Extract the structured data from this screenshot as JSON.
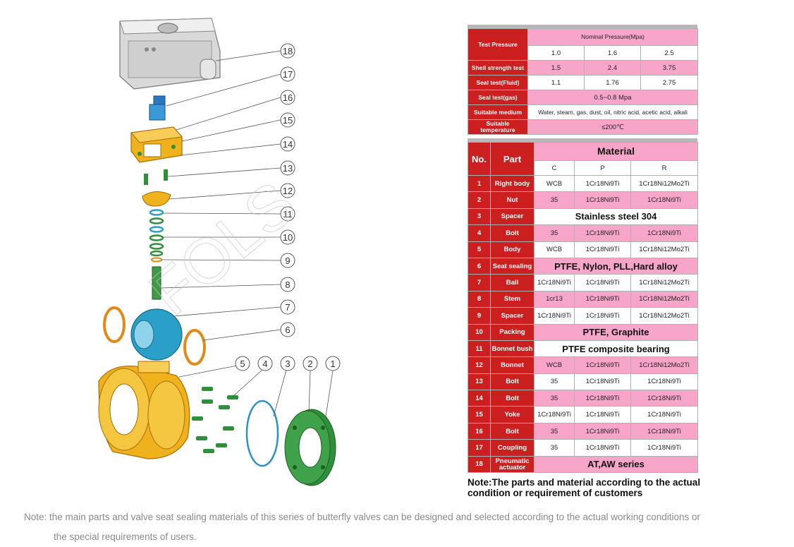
{
  "pressure_table": {
    "test_pressure_label": "Test Pressure",
    "nominal_label": "Nominal Pressure(Mpa)",
    "nominal_values": [
      "1.0",
      "1.6",
      "2.5"
    ],
    "rows": [
      {
        "label": "Shell strength test",
        "values": [
          "1.5",
          "2.4",
          "3.75"
        ]
      },
      {
        "label": "Seal test(Fluid)",
        "values": [
          "1.1",
          "1.76",
          "2.75"
        ]
      }
    ],
    "seal_gas": {
      "label": "Seal test(gas)",
      "value": "0.5~0.8 Mpa"
    },
    "medium": {
      "label": "Suitable medium",
      "value": "Water, steam, gas, dust, oil, nitric acid, acetic acid, alkali"
    },
    "temperature": {
      "label": "Suitable temperature",
      "value": "≤200℃"
    }
  },
  "material_table": {
    "no_label": "No.",
    "part_label": "Part",
    "material_label": "Material",
    "columns": [
      "C",
      "P",
      "R"
    ],
    "rows": [
      {
        "no": "1",
        "part": "Right body",
        "c": "WCB",
        "p": "1Cr18Ni9Ti",
        "r": "1Cr18Ni12Mo2Ti"
      },
      {
        "no": "2",
        "part": "Nut",
        "c": "35",
        "p": "1Cr18Ni9Ti",
        "r": "1Cr18Ni9Ti"
      },
      {
        "no": "3",
        "part": "Spacer",
        "merged": "Stainless steel 304"
      },
      {
        "no": "4",
        "part": "Bolt",
        "c": "35",
        "p": "1Cr18Ni9Ti",
        "r": "1Cr18Ni9Ti"
      },
      {
        "no": "5",
        "part": "Body",
        "c": "WCB",
        "p": "1Cr18Ni9Ti",
        "r": "1Cr18Ni12Mo2Ti"
      },
      {
        "no": "6",
        "part": "Seat sealing",
        "merged": "PTFE, Nylon, PLL,Hard alloy"
      },
      {
        "no": "7",
        "part": "Ball",
        "c": "1Cr18Ni9Ti",
        "p": "1Cr18Ni9Ti",
        "r": "1Cr18Ni12Mo2Ti"
      },
      {
        "no": "8",
        "part": "Stem",
        "c": "1cr13",
        "p": "1Cr18Ni9Ti",
        "r": "1Cr18Ni12Mo2Ti"
      },
      {
        "no": "9",
        "part": "Spacer",
        "c": "1Cr18Ni9Ti",
        "p": "1Cr18Ni9Ti",
        "r": "1Cr18Ni12Mo2Ti"
      },
      {
        "no": "10",
        "part": "Packing",
        "merged": "PTFE, Graphite"
      },
      {
        "no": "11",
        "part": "Bonnet bush",
        "merged": "PTFE composite bearing"
      },
      {
        "no": "12",
        "part": "Bonnet",
        "c": "WCB",
        "p": "1Cr18Ni9Ti",
        "r": "1Cr18Ni12Mo2Ti"
      },
      {
        "no": "13",
        "part": "Bolt",
        "c": "35",
        "p": "1Cr18Ni9Ti",
        "r": "1Cr18Ni9Ti"
      },
      {
        "no": "14",
        "part": "Bolt",
        "c": "35",
        "p": "1Cr18Ni9Ti",
        "r": "1Cr18Ni9Ti"
      },
      {
        "no": "15",
        "part": "Yoke",
        "c": "1Cr18Ni9Ti",
        "p": "1Cr18Ni9Ti",
        "r": "1Cr18Ni9Ti"
      },
      {
        "no": "16",
        "part": "Bolt",
        "c": "35",
        "p": "1Cr18Ni9Ti",
        "r": "1Cr18Ni9Ti"
      },
      {
        "no": "17",
        "part": "Coupling",
        "c": "35",
        "p": "1Cr18Ni9Ti",
        "r": "1Cr18Ni9Ti"
      },
      {
        "no": "18",
        "part": "Pneumatic actuator",
        "merged": "AT,AW series"
      }
    ]
  },
  "diagram": {
    "callouts": [
      "18",
      "17",
      "16",
      "15",
      "14",
      "13",
      "12",
      "11",
      "10",
      "9",
      "8",
      "7",
      "6",
      "5",
      "4",
      "3",
      "2",
      "1"
    ]
  },
  "note_right": "Note:The parts and material according to the actual condition or requirement of customers",
  "note_bottom": {
    "line1": "Note: the main parts and valve seat sealing materials of this series of butterfly valves can be designed and selected according to the actual working conditions or",
    "line2": "the special requirements of users."
  },
  "watermark": "FOLS",
  "colors": {
    "header_red": "#cc1f1f",
    "pink": "#f7a6c9",
    "body_yellow": "#f0b21c",
    "ball_blue": "#2aa0c8",
    "stem_green": "#2f8f3a"
  }
}
